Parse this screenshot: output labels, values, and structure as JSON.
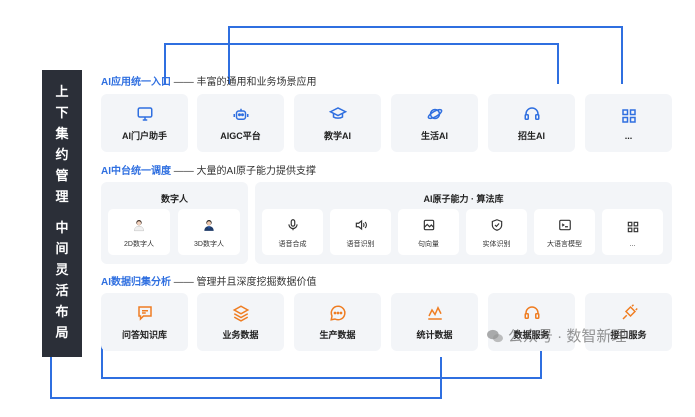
{
  "banner": {
    "chars_top": [
      "上",
      "下",
      "集",
      "约",
      "管",
      "理"
    ],
    "chars_bottom": [
      "中",
      "间",
      "灵",
      "活",
      "布",
      "局"
    ]
  },
  "sections": {
    "entry": {
      "highlight": "AI应用统一入口",
      "desc": " —— 丰富的通用和业务场景应用"
    },
    "middle": {
      "highlight": "AI中台统一调度",
      "desc": " —— 大量的AI原子能力提供支撑"
    },
    "data": {
      "highlight": "AI数据归集分析",
      "desc": " —— 管理并且深度挖掘数据价值"
    }
  },
  "entry_cards": [
    {
      "label": "AI门户助手",
      "icon": "monitor-icon"
    },
    {
      "label": "AIGC平台",
      "icon": "robot-icon"
    },
    {
      "label": "教学AI",
      "icon": "graduation-cap-icon"
    },
    {
      "label": "生活AI",
      "icon": "planet-icon"
    },
    {
      "label": "招生AI",
      "icon": "headset-icon"
    },
    {
      "label": "...",
      "icon": "grid-icon"
    }
  ],
  "digital_human": {
    "title": "数字人",
    "items": [
      {
        "label": "2D数字人",
        "icon": "avatar-female-icon"
      },
      {
        "label": "3D数字人",
        "icon": "avatar-male-icon"
      }
    ]
  },
  "atomic": {
    "title": "AI原子能力 · 算法库",
    "items": [
      {
        "label": "语音合成",
        "icon": "microphone-icon"
      },
      {
        "label": "语音识别",
        "icon": "speaker-icon"
      },
      {
        "label": "句向量",
        "icon": "image-icon"
      },
      {
        "label": "实体识别",
        "icon": "shield-check-icon"
      },
      {
        "label": "大语言模型",
        "icon": "terminal-icon"
      },
      {
        "label": "...",
        "icon": "grid-icon"
      }
    ]
  },
  "data_cards": [
    {
      "label": "问答知识库",
      "icon": "chat-doc-icon"
    },
    {
      "label": "业务数据",
      "icon": "layers-icon"
    },
    {
      "label": "生产数据",
      "icon": "chat-bubble-icon"
    },
    {
      "label": "统计数据",
      "icon": "line-chart-icon"
    },
    {
      "label": "数据服务",
      "icon": "headset-icon"
    },
    {
      "label": "接口服务",
      "icon": "plug-icon"
    }
  ],
  "watermark": "公众号 · 数智新理",
  "colors": {
    "accent": "#2f6fe0",
    "icon_orange": "#ef7d22",
    "banner": "#2b2f38"
  }
}
